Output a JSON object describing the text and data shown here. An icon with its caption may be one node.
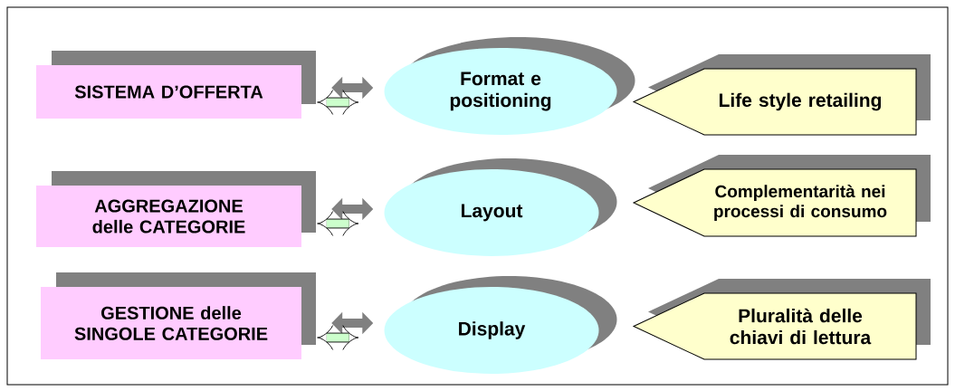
{
  "diagram": {
    "nodes": [
      {
        "text": [
          "SISTEMA D’OFFERTA"
        ]
      },
      {
        "text": [
          "Format e positioning"
        ]
      },
      {
        "text": [
          "Life style retailing"
        ]
      },
      {
        "text": [
          "AGGREGAZIONE delle CATEGORIE"
        ]
      },
      {
        "text": [
          "Layout"
        ]
      },
      {
        "text": [
          "Complementarità nei processi di consumo"
        ]
      },
      {
        "text": [
          "GESTIONE delle SINGOLE CATEGORIE"
        ]
      },
      {
        "text": [
          "Display"
        ]
      },
      {
        "text": [
          "Pluralità delle chiavi di lettura"
        ]
      }
    ],
    "edges": [
      {
        "from": 0,
        "to": 1,
        "arrow": "both"
      },
      {
        "from": 3,
        "to": 4,
        "arrow": "both"
      },
      {
        "from": 6,
        "to": 7,
        "arrow": "both"
      }
    ]
  }
}
